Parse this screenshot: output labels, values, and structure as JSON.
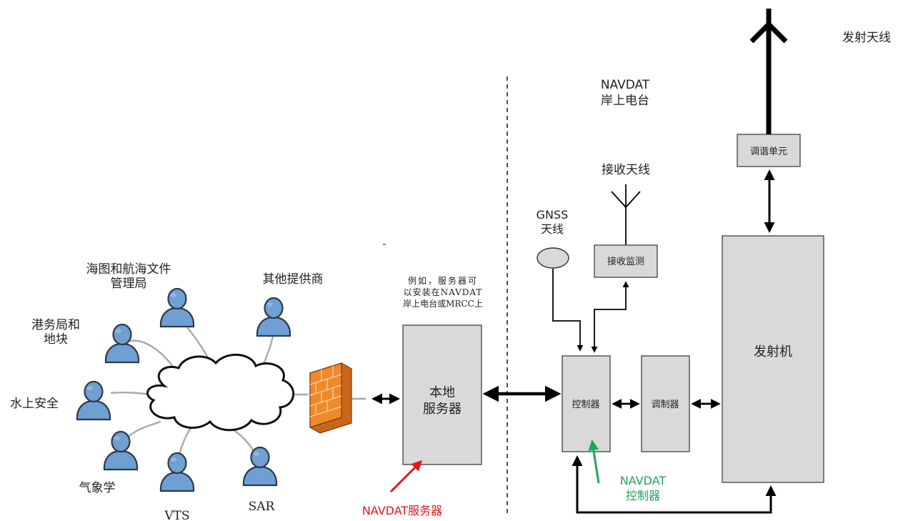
{
  "labels": {
    "tx_antenna": "发射天线",
    "shore_station_1": "NAVDAT",
    "shore_station_2": "岸上电台",
    "tuning_unit": "调谐单元",
    "rx_antenna": "接收天线",
    "gnss_1": "GNSS",
    "gnss_2": "天线",
    "rx_monitor": "接收监测",
    "transmitter": "发射机",
    "controller": "控制器",
    "modulator": "调制器",
    "local_server_1": "本地",
    "local_server_2": "服务器",
    "note_1": "例如，服务器可",
    "note_2": "以安装在NAVDAT",
    "note_3": "岸上电台或MRCC上",
    "navdat_controller_1": "NAVDAT",
    "navdat_controller_2": "控制器",
    "navdat_server": "NAVDAT服务器",
    "dash_mark": "-",
    "chart_agency_1": "海图和航海文件",
    "chart_agency_2": "管理局",
    "other_providers": "其他提供商",
    "port_authority_1": "港务局和",
    "port_authority_2": "地块",
    "maritime_safety": "水上安全",
    "meteorology": "气象学",
    "vts": "VTS",
    "sar": "SAR"
  },
  "colors": {
    "box_fill": "#d9d9d9",
    "person_fill": "#6f9fd3",
    "person_stroke": "#2e3a47",
    "firewall_fill": "#ef8a2a",
    "red_arrow": "#e8141c",
    "green_arrow": "#1ea65a"
  },
  "icons": {
    "firewall": "firewall-icon",
    "cloud": "cloud-icon",
    "person": "person-icon",
    "antenna": "antenna-icon",
    "gnss": "gnss-antenna-icon"
  }
}
